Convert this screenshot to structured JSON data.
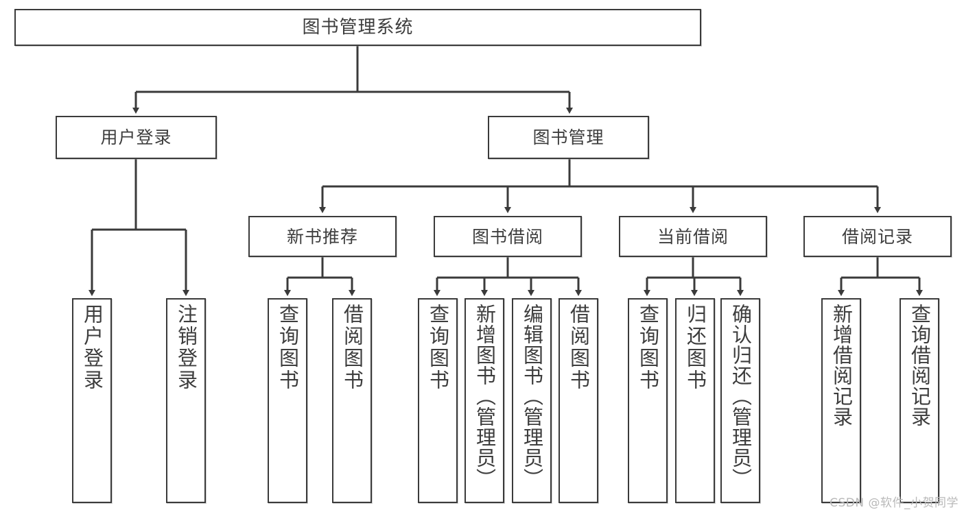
{
  "diagram": {
    "title": "图书管理系统",
    "type": "tree",
    "watermark": "CSDN @软件_小贺同学",
    "colors": {
      "box_border": "#3a3a3a",
      "box_fill": "#ffffff",
      "text": "#3d3d3d",
      "connector": "#3a3a3a",
      "watermark": "#b9b9b9",
      "background": "#ffffff"
    },
    "nodes": {
      "root": {
        "label": "图书管理系统"
      },
      "level1": [
        {
          "id": "user-login",
          "label": "用户登录"
        },
        {
          "id": "book-management",
          "label": "图书管理"
        }
      ],
      "level2": [
        {
          "id": "new-book-recommend",
          "label": "新书推荐"
        },
        {
          "id": "book-borrow",
          "label": "图书借阅"
        },
        {
          "id": "current-borrow",
          "label": "当前借阅"
        },
        {
          "id": "borrow-record",
          "label": "借阅记录"
        }
      ],
      "leaves": {
        "user-login": [
          {
            "id": "leaf-user-login",
            "label": "用户登录"
          },
          {
            "id": "leaf-user-logout",
            "label": "注销登录"
          }
        ],
        "new-book-recommend": [
          {
            "id": "leaf-query-book-1",
            "label": "查询图书"
          },
          {
            "id": "leaf-borrow-book-1",
            "label": "借阅图书"
          }
        ],
        "book-borrow": [
          {
            "id": "leaf-query-book-2",
            "label": "查询图书"
          },
          {
            "id": "leaf-add-book",
            "label": "新增图书（管理员）"
          },
          {
            "id": "leaf-edit-book",
            "label": "编辑图书（管理员）"
          },
          {
            "id": "leaf-borrow-book-2",
            "label": "借阅图书"
          }
        ],
        "current-borrow": [
          {
            "id": "leaf-query-book-3",
            "label": "查询图书"
          },
          {
            "id": "leaf-return-book",
            "label": "归还图书"
          },
          {
            "id": "leaf-confirm-return",
            "label": "确认归还（管理员）"
          }
        ],
        "borrow-record": [
          {
            "id": "leaf-add-record",
            "label": "新增借阅记录"
          },
          {
            "id": "leaf-query-record",
            "label": "查询借阅记录"
          }
        ]
      }
    }
  }
}
